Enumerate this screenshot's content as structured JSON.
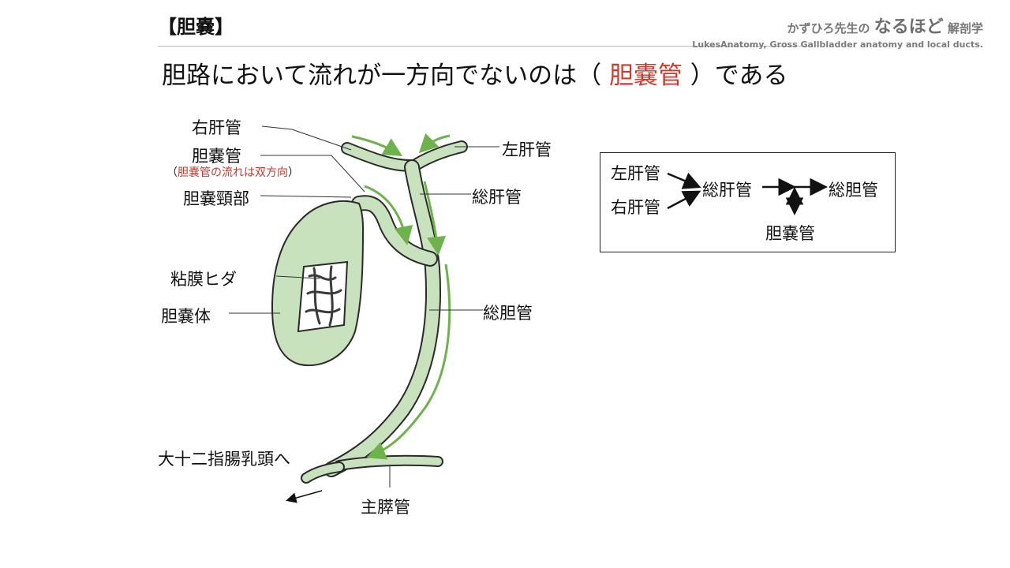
{
  "header": {
    "section_title": "【胆嚢】",
    "brand_prefix": "かずひろ先生の",
    "brand_emph": "なるほど",
    "brand_suffix": "解剖学",
    "brand_subtitle": "LukesAnatomy, Gross Gallbladder anatomy and local ducts."
  },
  "question": {
    "before": "胆路において流れが一方向でないのは（",
    "answer": "胆嚢管",
    "after": "）である"
  },
  "labels": {
    "right_hepatic": "右肝管",
    "cystic_duct": "胆嚢管",
    "cystic_note_open": "（",
    "cystic_note": "胆嚢管の流れは双方向",
    "cystic_note_close": "）",
    "neck": "胆嚢頸部",
    "mucosal_folds": "粘膜ヒダ",
    "body": "胆嚢体",
    "left_hepatic": "左肝管",
    "common_hepatic": "総肝管",
    "common_bile": "総胆管",
    "to_duodenum": "大十二指腸乳頭へ",
    "pancreatic": "主膵管"
  },
  "flow": {
    "left_hepatic": "左肝管",
    "right_hepatic": "右肝管",
    "common_hepatic": "総肝管",
    "common_bile": "総胆管",
    "cystic": "胆嚢管"
  },
  "colors": {
    "answer_red": "#d0392b",
    "organ_fill": "#c8e2be",
    "organ_stroke": "#2a2a2a",
    "flow_arrow": "#6db24a"
  }
}
